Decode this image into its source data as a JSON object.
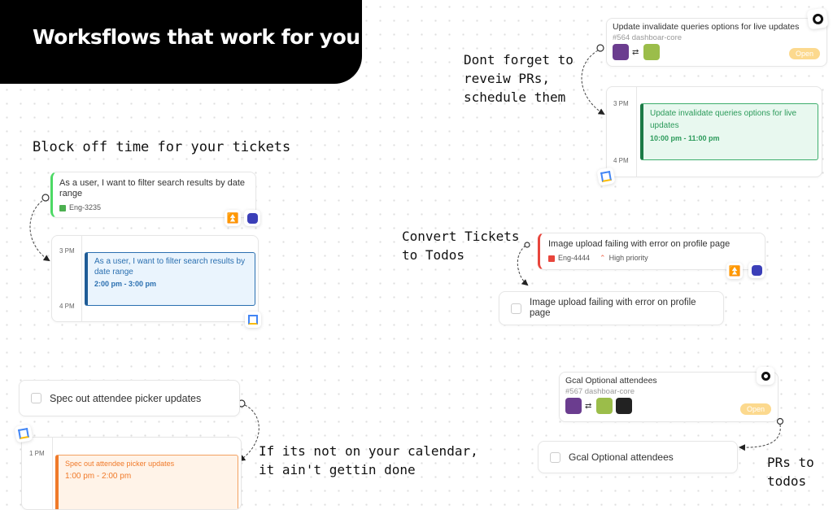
{
  "header": {
    "title": "Worksflows that work for you"
  },
  "annotations": {
    "block_off": "Block off time for your tickets",
    "review_prs": "Dont forget to\nreveiw PRs,\nschedule them",
    "convert": "Convert Tickets\nto Todos",
    "calendar": "If its not on your calendar,\nit ain't gettin done",
    "prs_todos": "PRs to\ntodos"
  },
  "ticket1": {
    "title": "As a user, I want to filter search results by date range",
    "id": "Eng-3235",
    "color": "#4cd964"
  },
  "cal1": {
    "times": [
      "3 PM",
      "4 PM"
    ],
    "event": {
      "title": "As a user, I want to filter search results by date range",
      "time": "2:00 pm - 3:00 pm"
    }
  },
  "pr1": {
    "title": "Update invalidate queries options for live updates",
    "sub": "#564 dashboar-core",
    "status": "Open"
  },
  "cal2": {
    "times": [
      "3 PM",
      "4 PM"
    ],
    "event": {
      "title": "Update invalidate queries options for live updates",
      "time": "10:00 pm - 11:00 pm"
    }
  },
  "ticket2": {
    "title": "Image upload failing with error on profile page",
    "id": "Eng-4444",
    "priority": "High priority",
    "color": "#e8453c"
  },
  "todo2": {
    "label": "Image upload failing with error on profile page"
  },
  "pr2": {
    "title": "Gcal Optional attendees",
    "sub": "#567 dashboar-core",
    "status": "Open"
  },
  "todo3": {
    "label": "Gcal Optional attendees"
  },
  "todo1": {
    "label": "Spec out attendee picker updates"
  },
  "cal3": {
    "times": [
      "1 PM"
    ],
    "event": {
      "title": "Spec out attendee picker updates",
      "time": "1:00 pm - 2:00 pm"
    }
  },
  "icons": {
    "jira": "jira-icon",
    "linear": "linear-icon",
    "gcal": "google-calendar-icon",
    "github": "github-icon"
  }
}
